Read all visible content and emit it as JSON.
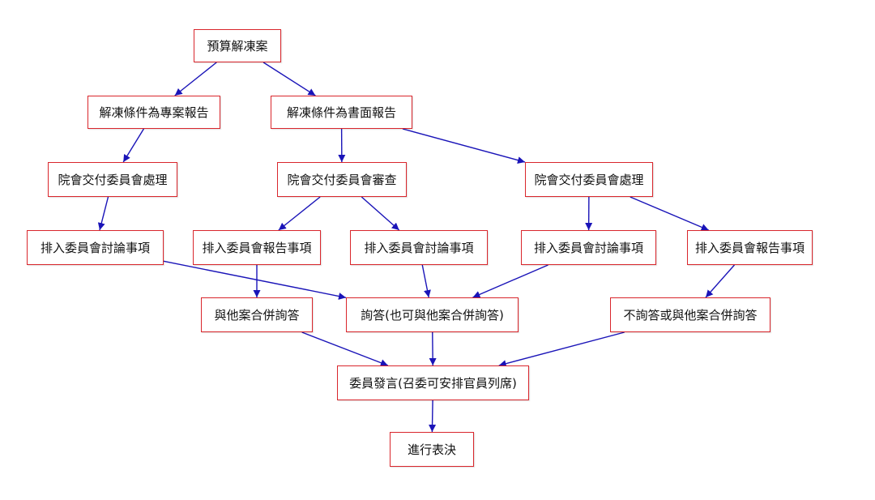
{
  "colors": {
    "node_border": "#d9262c",
    "edge": "#1a14b8",
    "text": "#111111"
  },
  "nodes": [
    {
      "id": "n0",
      "label": "預算解凍案"
    },
    {
      "id": "n1",
      "label": "解凍條件為專案報告"
    },
    {
      "id": "n2",
      "label": "解凍條件為書面報告"
    },
    {
      "id": "n3",
      "label": "院會交付委員會處理"
    },
    {
      "id": "n4",
      "label": "院會交付委員會審查"
    },
    {
      "id": "n5",
      "label": "院會交付委員會處理"
    },
    {
      "id": "n6",
      "label": "排入委員會討論事項"
    },
    {
      "id": "n7",
      "label": "排入委員會報告事項"
    },
    {
      "id": "n8",
      "label": "排入委員會討論事項"
    },
    {
      "id": "n9",
      "label": "排入委員會討論事項"
    },
    {
      "id": "n10",
      "label": "排入委員會報告事項"
    },
    {
      "id": "n11",
      "label": "與他案合併詢答"
    },
    {
      "id": "n12",
      "label": "詢答(也可與他案合併詢答)"
    },
    {
      "id": "n13",
      "label": "不詢答或與他案合併詢答"
    },
    {
      "id": "n14",
      "label": "委員發言(召委可安排官員列席)"
    },
    {
      "id": "n15",
      "label": "進行表決"
    }
  ],
  "edges": [
    {
      "from": "n0",
      "to": "n1"
    },
    {
      "from": "n0",
      "to": "n2"
    },
    {
      "from": "n1",
      "to": "n3"
    },
    {
      "from": "n2",
      "to": "n4"
    },
    {
      "from": "n2",
      "to": "n5"
    },
    {
      "from": "n3",
      "to": "n6"
    },
    {
      "from": "n4",
      "to": "n7"
    },
    {
      "from": "n4",
      "to": "n8"
    },
    {
      "from": "n5",
      "to": "n9"
    },
    {
      "from": "n5",
      "to": "n10"
    },
    {
      "from": "n6",
      "to": "n12"
    },
    {
      "from": "n7",
      "to": "n11"
    },
    {
      "from": "n8",
      "to": "n12"
    },
    {
      "from": "n9",
      "to": "n12"
    },
    {
      "from": "n10",
      "to": "n13"
    },
    {
      "from": "n11",
      "to": "n14"
    },
    {
      "from": "n12",
      "to": "n14"
    },
    {
      "from": "n13",
      "to": "n14"
    },
    {
      "from": "n14",
      "to": "n15"
    }
  ]
}
